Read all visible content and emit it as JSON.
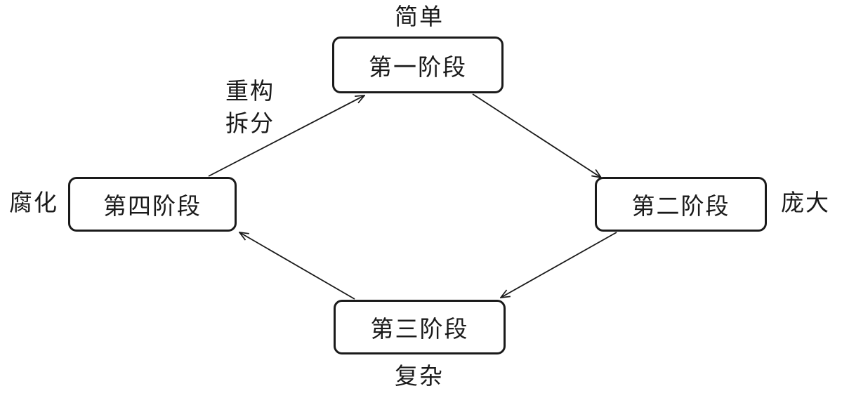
{
  "diagram": {
    "background": "#ffffff",
    "stroke_color": "#1a1a1a",
    "nodes": [
      {
        "id": "stage1",
        "label": "第一阶段",
        "position": "top"
      },
      {
        "id": "stage2",
        "label": "第二阶段",
        "position": "right"
      },
      {
        "id": "stage3",
        "label": "第三阶段",
        "position": "bottom"
      },
      {
        "id": "stage4",
        "label": "第四阶段",
        "position": "left"
      }
    ],
    "outer_labels": {
      "top": "简单",
      "right": "庞大",
      "bottom": "复杂",
      "left": "腐化"
    },
    "edge_label": {
      "line1": "重构",
      "line2": "拆分"
    },
    "edges": [
      {
        "from": "stage1",
        "to": "stage2"
      },
      {
        "from": "stage2",
        "to": "stage3"
      },
      {
        "from": "stage3",
        "to": "stage4"
      },
      {
        "from": "stage4",
        "to": "stage1",
        "label": "重构拆分"
      }
    ]
  }
}
